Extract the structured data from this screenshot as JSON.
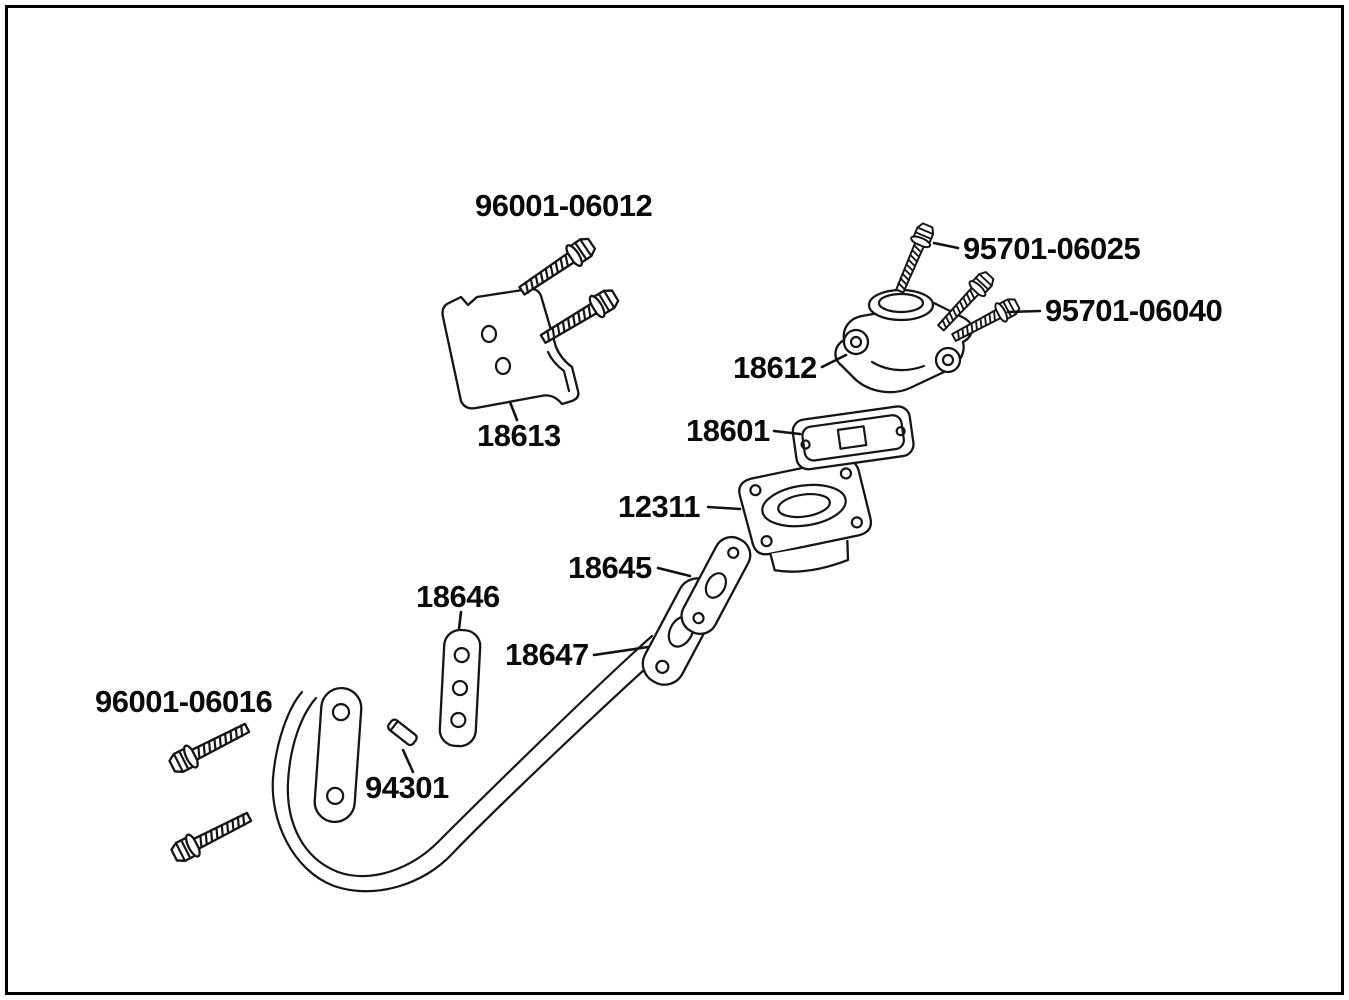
{
  "page": {
    "background": "#ffffff",
    "border_color": "#000000",
    "ink_color": "#151515"
  },
  "diagram": {
    "kind": "exploded-parts-diagram",
    "parts": [
      {
        "label": "96001-06012"
      },
      {
        "label": "95701-06025"
      },
      {
        "label": "95701-06040"
      },
      {
        "label": "18612"
      },
      {
        "label": "18613"
      },
      {
        "label": "18601"
      },
      {
        "label": "12311"
      },
      {
        "label": "18645"
      },
      {
        "label": "18646"
      },
      {
        "label": "18647"
      },
      {
        "label": "94301"
      },
      {
        "label": "96001-06016"
      }
    ]
  }
}
